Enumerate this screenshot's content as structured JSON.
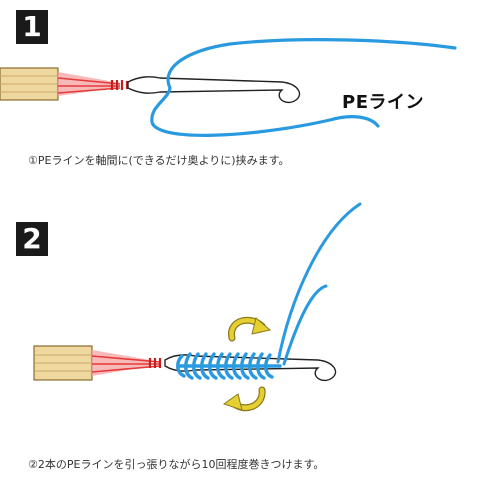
{
  "steps": [
    {
      "number": "1",
      "label": "PEライン",
      "caption": "①PEラインを軸間に(できるだけ奥よりに)挟みます。"
    },
    {
      "number": "2",
      "caption": "②2本のPEラインを引っ張りながら10回程度巻きつけます。"
    }
  ],
  "colors": {
    "pe_line": "#2a9ae0",
    "leader": "#e53a3a",
    "wood": "#efd8a0",
    "arrow": "#d8c02a",
    "badge": "#1a1a1a"
  }
}
